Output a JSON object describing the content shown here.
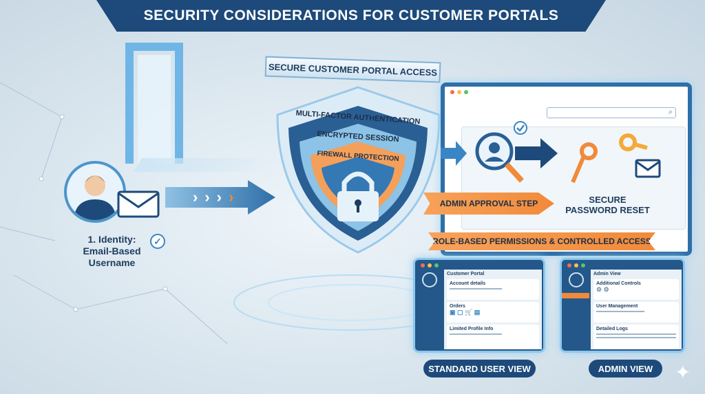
{
  "title": "SECURITY CONSIDERATIONS FOR CUSTOMER PORTALS",
  "ribbon": "SECURE CUSTOMER PORTAL ACCESS",
  "shield": {
    "layers": [
      "MULTI-FACTOR AUTHENTICATION",
      "ENCRYPTED SESSION",
      "FIREWALL PROTECTION"
    ]
  },
  "identity": {
    "line1": "1. Identity:",
    "line2": "Email-Based",
    "line3": "Username"
  },
  "admin_approval": "ADMIN APPROVAL STEP",
  "password_reset": {
    "line1": "SECURE",
    "line2": "PASSWORD RESET"
  },
  "roles_banner": "ROLE-BASED PERMISSIONS & CONTROLLED ACCESS",
  "standard_view": {
    "header": "Customer Portal",
    "cards": [
      "Account details",
      "Orders",
      "Limited Profile Info"
    ],
    "label": "STANDARD USER VIEW"
  },
  "admin_view": {
    "header": "Admin View",
    "cards": [
      "Additional Controls",
      "User Management",
      "Detailed Logs"
    ],
    "label": "ADMIN VIEW"
  },
  "colors": {
    "navy": "#1d4a7a",
    "orange": "#f18a3a",
    "blue": "#3a86c4"
  }
}
